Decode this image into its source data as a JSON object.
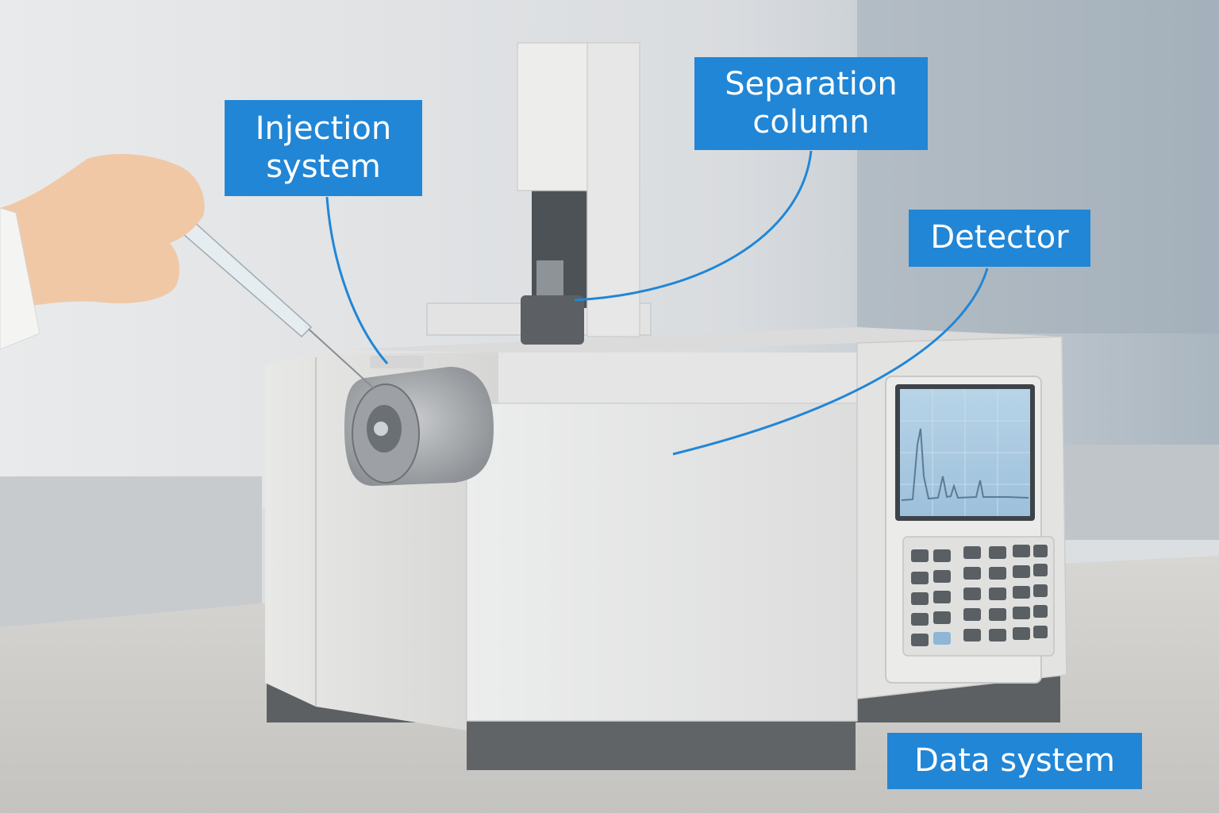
{
  "labels": {
    "injection": {
      "line1": "Injection",
      "line2": "system"
    },
    "column": {
      "line1": "Separation",
      "line2": "column"
    },
    "detector": "Detector",
    "data_system": "Data system"
  },
  "colors": {
    "callout_bg": "#2186d6",
    "callout_text": "#ffffff",
    "leader_line": "#2186d6",
    "instrument_body": "#e6e7e6",
    "screen": "#a9cbe3"
  }
}
